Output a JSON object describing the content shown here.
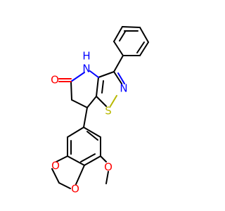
{
  "colors": {
    "background": "#ffffff",
    "bond": "#000000",
    "carbon": "#000000",
    "nitrogen": "#0000ff",
    "oxygen": "#ff0000",
    "sulfur": "#b8b800"
  },
  "atoms": {
    "nh_n": "N",
    "nh_h": "H",
    "ring_n": "N",
    "sulfur": "S",
    "carbonyl_o": "O",
    "ring_o1": "O",
    "ring_o2": "O",
    "methoxy_o": "O"
  }
}
